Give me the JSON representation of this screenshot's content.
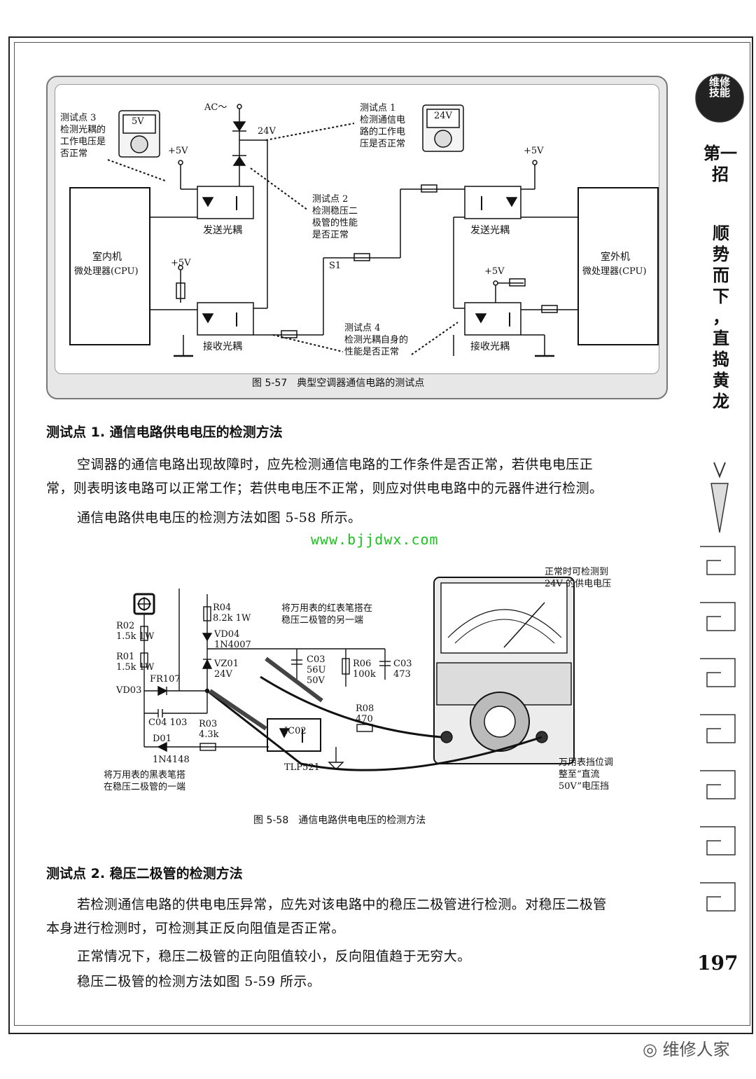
{
  "figure_57": {
    "caption": "图 5-57　典型空调器通信电路的测试点",
    "ac_label": "AC～",
    "v24_node": "24V",
    "plus5v": "+5V",
    "s1": "S1",
    "indoor_cpu": [
      "室内机",
      "微处理器(CPU)"
    ],
    "outdoor_cpu": [
      "室外机",
      "微处理器(CPU)"
    ],
    "send_coupler": "发送光耦",
    "recv_coupler": "接收光耦",
    "meter1_reading": "5V",
    "meter2_reading": "24V",
    "tp1": [
      "测试点 1",
      "检测通信电",
      "路的工作电",
      "压是否正常"
    ],
    "tp2": [
      "测试点 2",
      "检测稳压二",
      "极管的性能",
      "是否正常"
    ],
    "tp3": [
      "测试点 3",
      "检测光耦的",
      "工作电压是",
      "否正常"
    ],
    "tp4": [
      "测试点 4",
      "检测光耦自身的",
      "性能是否正常"
    ]
  },
  "section1": {
    "heading": "测试点 1.  通信电路供电电压的检测方法",
    "p1_line1": "空调器的通信电路出现故障时，应先检测通信电路的工作条件是否正常，若供电电压正",
    "p1_line2": "常，则表明该电路可以正常工作；若供电电压不正常，则应对供电电路中的元器件进行检测。",
    "p2": "通信电路供电电压的检测方法如图 5-58 所示。"
  },
  "url": "www.bjjdwx.com",
  "figure_58": {
    "caption": "图 5-58　通信电路供电电压的检测方法",
    "r02": [
      "R02",
      "1.5k 1W"
    ],
    "r01": [
      "R01",
      "1.5k 1W"
    ],
    "vd03": "VD03",
    "fr107": "FR107",
    "c04": "C04 103",
    "d01": [
      "D01",
      "1N4148"
    ],
    "r03": [
      "R03",
      "4.3k"
    ],
    "r04": [
      "R04",
      "8.2k 1W"
    ],
    "vd04": [
      "VD04",
      "1N4007"
    ],
    "vz01": [
      "VZ01",
      "24V"
    ],
    "c03a": [
      "C03",
      "56U",
      "50V"
    ],
    "r06": [
      "R06",
      "100k"
    ],
    "c03b": [
      "C03",
      "473"
    ],
    "r08": [
      "R08",
      "470"
    ],
    "ic02": [
      "IC02",
      "TLP521"
    ],
    "note_red": [
      "将万用表的红表笔搭在",
      "稳压二极管的另一端"
    ],
    "note_black": [
      "将万用表的黑表笔搭",
      "在稳压二极管的一端"
    ],
    "note_normal": [
      "正常时可检测到",
      "24V 的供电电压"
    ],
    "note_range": [
      "万用表挡位调",
      "整至“直流",
      "50V”电压挡"
    ]
  },
  "section2": {
    "heading": "测试点 2.  稳压二极管的检测方法",
    "p1_line1": "若检测通信电路的供电电压异常，应先对该电路中的稳压二极管进行检测。对稳压二极管",
    "p1_line2": "本身进行检测时，可检测其正反向阻值是否正常。",
    "p2": "正常情况下，稳压二极管的正向阻值较小，反向阻值趋于无穷大。",
    "p3": "稳压二极管的检测方法如图 5-59 所示。"
  },
  "sidebar": {
    "badge": [
      "维",
      "修",
      "技",
      "能"
    ],
    "chapter": "第一招",
    "motto": [
      "顺",
      "势",
      "而",
      "下",
      "，",
      "直",
      "捣",
      "黄",
      "龙"
    ]
  },
  "page_number": "197",
  "watermark": "维修人家"
}
